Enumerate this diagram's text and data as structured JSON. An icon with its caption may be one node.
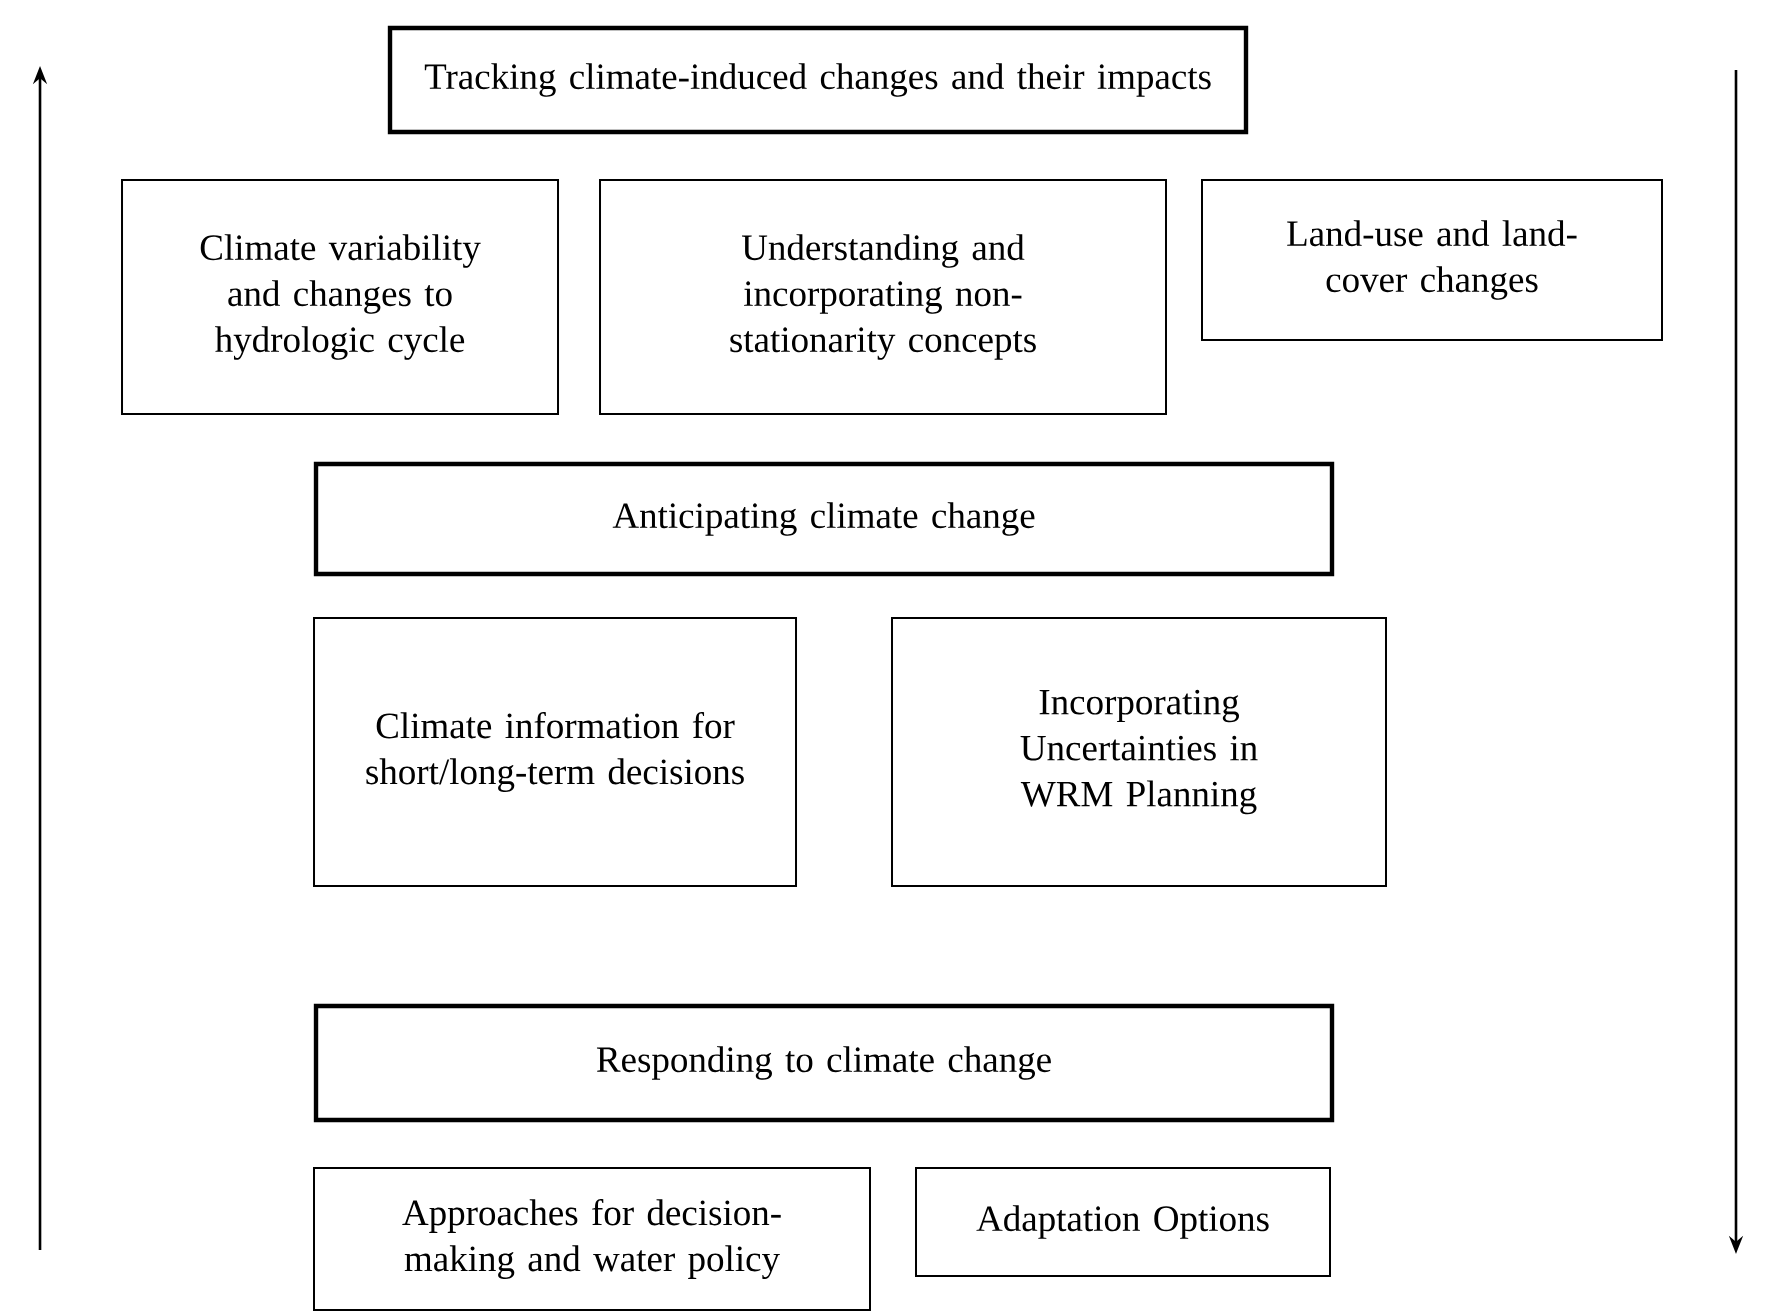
{
  "diagram": {
    "nodes": [
      {
        "text": [
          "Tracking climate-induced changes and their impacts"
        ]
      },
      {
        "text": [
          "Climate variability and changes to hydrologic cycle"
        ]
      },
      {
        "text": [
          "Understanding and incorporating non-stationarity concepts"
        ]
      },
      {
        "text": [
          "Land-use and land-cover changes"
        ]
      },
      {
        "text": [
          "Anticipating climate change"
        ]
      },
      {
        "text": [
          "Climate information for short/long-term decisions"
        ]
      },
      {
        "text": [
          "Incorporating Uncertainties in WRM Planning"
        ]
      },
      {
        "text": [
          "Responding to climate change"
        ]
      },
      {
        "text": [
          "Approaches for decision-making and water policy"
        ]
      },
      {
        "text": [
          "Adaptation Options"
        ]
      }
    ],
    "edges": []
  }
}
